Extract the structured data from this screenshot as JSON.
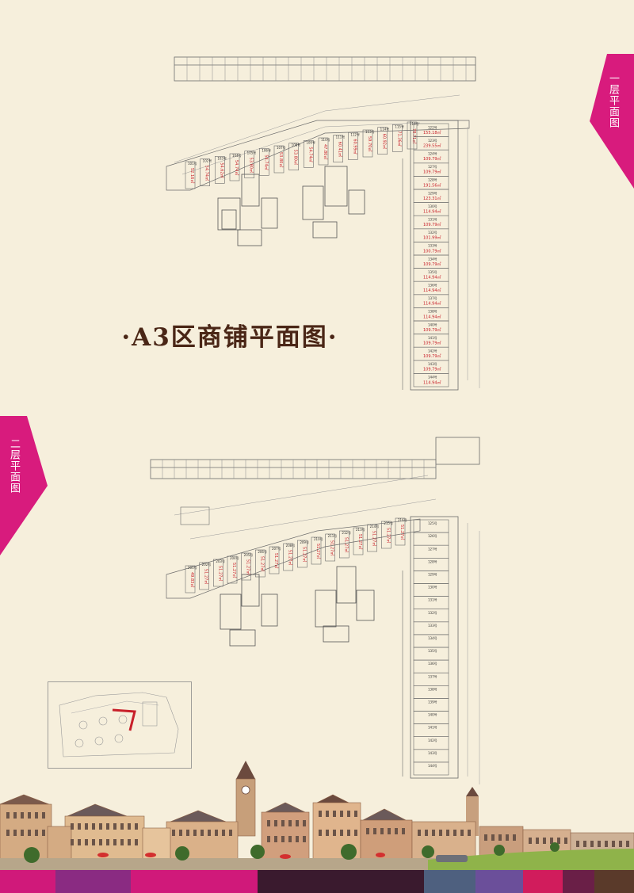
{
  "page": {
    "title": "·A3区商铺平面图·",
    "floor1_tab": "一层平面图",
    "floor2_tab": "二层平面图"
  },
  "floor1": {
    "diagonal_units": [
      {
        "no": "101号",
        "area": "52.16㎡"
      },
      {
        "no": "102号",
        "area": "54.74㎡"
      },
      {
        "no": "103号",
        "area": "54.62㎡"
      },
      {
        "no": "104号",
        "area": "54.74㎡"
      },
      {
        "no": "105号",
        "area": "53.80㎡"
      },
      {
        "no": "106号",
        "area": "54.74㎡"
      },
      {
        "no": "107号",
        "area": "53.80㎡"
      },
      {
        "no": "108号",
        "area": "53.80㎡"
      },
      {
        "no": "109号",
        "area": "54.74㎡"
      },
      {
        "no": "110号",
        "area": "47.80㎡"
      },
      {
        "no": "111号",
        "area": "60.41㎡"
      },
      {
        "no": "112号",
        "area": "60.99㎡"
      },
      {
        "no": "113号",
        "area": "59.70㎡"
      },
      {
        "no": "114号",
        "area": "60.92㎡"
      },
      {
        "no": "115号",
        "area": "71.36㎡"
      },
      {
        "no": "116号",
        "area": "78.71㎡"
      }
    ],
    "vertical_units": [
      {
        "no": "122号",
        "area": "155.18㎡"
      },
      {
        "no": "123号",
        "area": "239.55㎡"
      },
      {
        "no": "124号",
        "area": "109.79㎡"
      },
      {
        "no": "127号",
        "area": "109.79㎡"
      },
      {
        "no": "128号",
        "area": "191.56㎡"
      },
      {
        "no": "129号",
        "area": "123.31㎡"
      },
      {
        "no": "130号",
        "area": "114.94㎡"
      },
      {
        "no": "131号",
        "area": "109.79㎡"
      },
      {
        "no": "132号",
        "area": "101.99㎡"
      },
      {
        "no": "133号",
        "area": "100.79㎡"
      },
      {
        "no": "134号",
        "area": "109.79㎡"
      },
      {
        "no": "135号",
        "area": "114.94㎡"
      },
      {
        "no": "136号",
        "area": "114.94㎡"
      },
      {
        "no": "137号",
        "area": "114.94㎡"
      },
      {
        "no": "138号",
        "area": "114.94㎡"
      },
      {
        "no": "140号",
        "area": "109.79㎡"
      },
      {
        "no": "141号",
        "area": "109.79㎡"
      },
      {
        "no": "142号",
        "area": "109.79㎡"
      },
      {
        "no": "143号",
        "area": "109.79㎡"
      },
      {
        "no": "144号",
        "area": "114.94㎡"
      }
    ]
  },
  "floor2": {
    "diagonal_units": [
      {
        "no": "201号",
        "area": "49.83㎡"
      },
      {
        "no": "202号",
        "area": "51.27㎡"
      },
      {
        "no": "203号",
        "area": "51.27㎡"
      },
      {
        "no": "204号",
        "area": "51.27㎡"
      },
      {
        "no": "205号",
        "area": "51.27㎡"
      },
      {
        "no": "206号",
        "area": "51.27㎡"
      },
      {
        "no": "207号",
        "area": "51.27㎡"
      },
      {
        "no": "208号",
        "area": "51.27㎡"
      },
      {
        "no": "209号",
        "area": "51.27㎡"
      },
      {
        "no": "210号",
        "area": "51.27㎡"
      },
      {
        "no": "211号",
        "area": "51.27㎡"
      },
      {
        "no": "212号",
        "area": "51.27㎡"
      },
      {
        "no": "213号",
        "area": "51.27㎡"
      },
      {
        "no": "214号",
        "area": "51.27㎡"
      },
      {
        "no": "215号",
        "area": "51.27㎡"
      },
      {
        "no": "216号",
        "area": "51.27㎡"
      }
    ],
    "vertical_units": [
      "125号",
      "126号",
      "127号",
      "128号",
      "129号",
      "130号",
      "131号",
      "132号",
      "133号",
      "134号",
      "135号",
      "136号",
      "137号",
      "138号",
      "139号",
      "140号",
      "141号",
      "142号",
      "143号",
      "144号"
    ]
  },
  "colors": {
    "magenta": "#d81b7d",
    "title_brown": "#4a2616",
    "background": "#f6efdc",
    "line": "#6b6b6b",
    "area_red": "#c8202a"
  },
  "colorbar": [
    "#d0197a",
    "#8a2b82",
    "#d0197a",
    "#3a1a2e",
    "#4e607f",
    "#6b4f9a",
    "#d11c5c",
    "#6a1f47",
    "#5a3a2a"
  ]
}
